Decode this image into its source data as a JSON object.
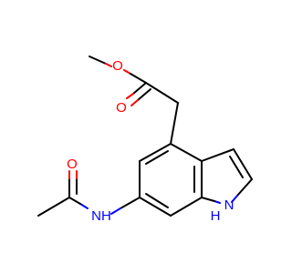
{
  "molecule": {
    "labels": {
      "o_ester_single": "O",
      "o_ester_carbonyl": "O",
      "o_amide": "O",
      "nh_amide": "NH",
      "nh_indole": "H",
      "n_indole": "N"
    },
    "colors": {
      "bond": "#000000",
      "oxygen": "#ff0000",
      "nitrogen": "#0000ff",
      "background": "#ffffff"
    }
  }
}
